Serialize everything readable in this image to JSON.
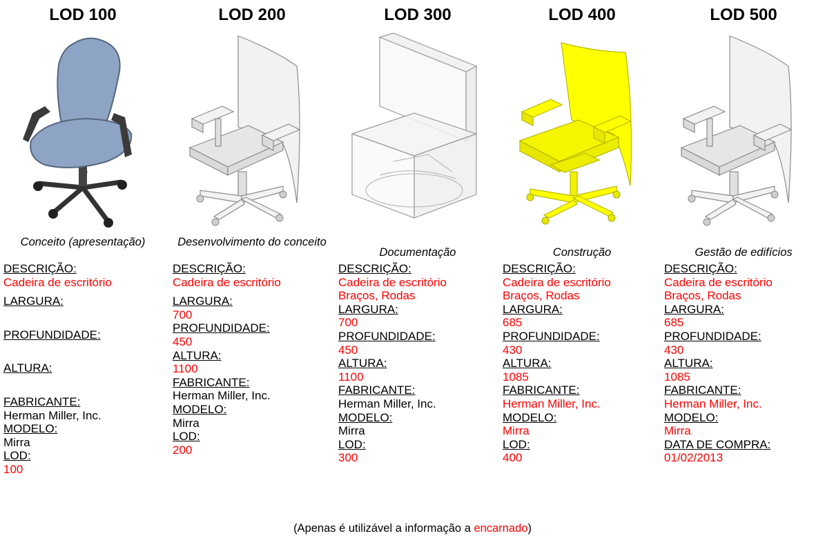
{
  "colors": {
    "red": "#ff0000",
    "yellow": "#ffff00",
    "blue_chair": "#8ea4c4",
    "gray_line": "#7a7a7a"
  },
  "columns": [
    {
      "title": "LOD 100",
      "phase": "Conceito (apresentação)",
      "fields": [
        {
          "label": "DESCRIÇÃO:",
          "value": "Cadeira de escritório",
          "red": true
        },
        {
          "label": "LARGURA:",
          "value": "",
          "red": true
        },
        {
          "label": "PROFUNDIDADE:",
          "value": "",
          "red": true
        },
        {
          "label": "ALTURA:",
          "value": "",
          "red": true
        },
        {
          "label": "FABRICANTE:",
          "value": "Herman Miller, Inc.",
          "red": false
        },
        {
          "label": "MODELO:",
          "value": "Mirra",
          "red": false
        },
        {
          "label": "LOD:",
          "value": "100",
          "red": true
        }
      ]
    },
    {
      "title": "LOD 200",
      "phase": "Desenvolvimento do conceito",
      "fields": [
        {
          "label": "DESCRIÇÃO:",
          "value": "Cadeira de escritório",
          "red": true
        },
        {
          "label": "LARGURA:",
          "value": "700",
          "red": true
        },
        {
          "label": "PROFUNDIDADE:",
          "value": "450",
          "red": true
        },
        {
          "label": "ALTURA:",
          "value": "1100",
          "red": true
        },
        {
          "label": "FABRICANTE:",
          "value": "Herman Miller, Inc.",
          "red": false
        },
        {
          "label": "MODELO:",
          "value": "Mirra",
          "red": false
        },
        {
          "label": "LOD:",
          "value": "200",
          "red": true
        }
      ]
    },
    {
      "title": "LOD 300",
      "phase": "Documentação",
      "fields": [
        {
          "label": "DESCRIÇÃO:",
          "value": "Cadeira de escritório",
          "value2": "Braços, Rodas",
          "red": true
        },
        {
          "label": "LARGURA:",
          "value": "700",
          "red": true
        },
        {
          "label": "PROFUNDIDADE:",
          "value": "450",
          "red": true
        },
        {
          "label": "ALTURA:",
          "value": "1100",
          "red": true
        },
        {
          "label": "FABRICANTE:",
          "value": "Herman Miller, Inc.",
          "red": false
        },
        {
          "label": "MODELO:",
          "value": "Mirra",
          "red": false
        },
        {
          "label": "LOD:",
          "value": "300",
          "red": true
        }
      ]
    },
    {
      "title": "LOD 400",
      "phase": "Construção",
      "fields": [
        {
          "label": "DESCRIÇÃO:",
          "value": "Cadeira de escritório",
          "value2": "Braços, Rodas",
          "red": true
        },
        {
          "label": "LARGURA:",
          "value": "685",
          "red": true
        },
        {
          "label": "PROFUNDIDADE:",
          "value": "430",
          "red": true
        },
        {
          "label": "ALTURA:",
          "value": "1085",
          "red": true
        },
        {
          "label": "FABRICANTE:",
          "value": "Herman Miller, Inc.",
          "red": true
        },
        {
          "label": "MODELO:",
          "value": "Mirra",
          "red": true
        },
        {
          "label": "LOD:",
          "value": "400",
          "red": true
        }
      ]
    },
    {
      "title": "LOD 500",
      "phase": "Gestão de edifícios",
      "fields": [
        {
          "label": "DESCRIÇÃO:",
          "value": "Cadeira de escritório",
          "value2": "Braços, Rodas",
          "red": true
        },
        {
          "label": "LARGURA:",
          "value": "685",
          "red": true
        },
        {
          "label": "PROFUNDIDADE:",
          "value": "430",
          "red": true
        },
        {
          "label": "ALTURA:",
          "value": "1085",
          "red": true
        },
        {
          "label": "FABRICANTE:",
          "value": "Herman Miller, Inc.",
          "red": true
        },
        {
          "label": "MODELO:",
          "value": "Mirra",
          "red": true
        },
        {
          "label": "DATA DE COMPRA:",
          "value": "01/02/2013",
          "red": true
        }
      ]
    }
  ],
  "footer": {
    "before": "(Apenas é utilizável a informação a ",
    "highlight": "encarnado",
    "after": ")"
  }
}
